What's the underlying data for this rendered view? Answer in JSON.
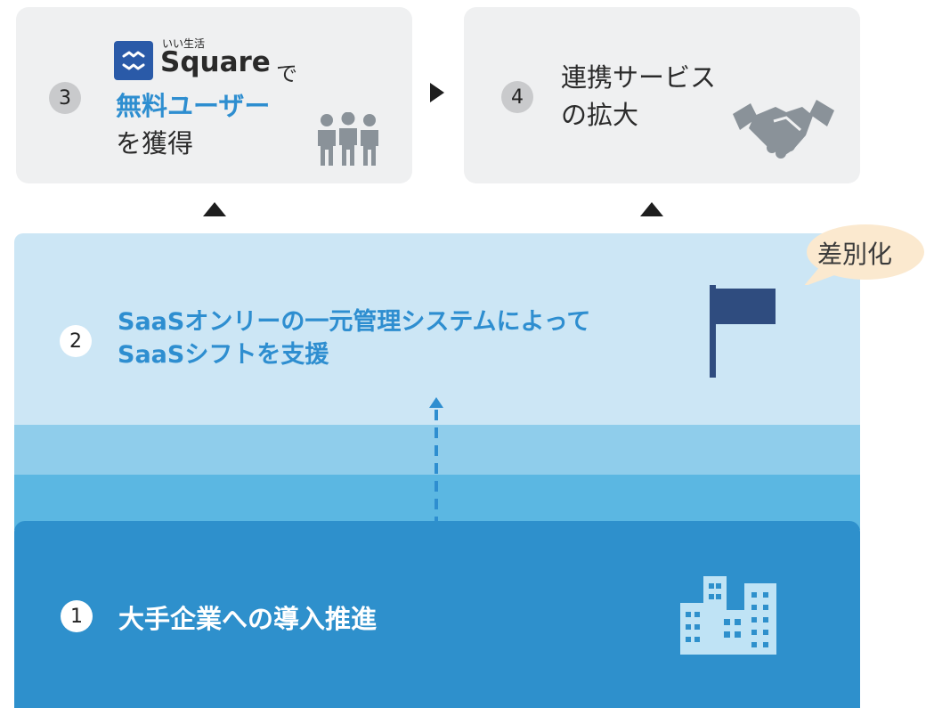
{
  "step3": {
    "number": "3",
    "logo_small_text": "いい生活",
    "logo_brand": "Square",
    "logo_suffix": "で",
    "highlight": "無料ユーザー",
    "line3": "を獲得",
    "icon": "people-icon"
  },
  "step4": {
    "number": "4",
    "line1": "連携サービス",
    "line2": "の拡大",
    "icon": "handshake-icon"
  },
  "step2": {
    "number": "2",
    "line1": "SaaSオンリーの一元管理システムによって",
    "line2": "SaaSシフトを支援",
    "icon": "flag-icon"
  },
  "step1": {
    "number": "1",
    "label": "大手企業への導入推進",
    "icon": "buildings-icon"
  },
  "bubble": {
    "label": "差別化"
  },
  "colors": {
    "card_bg": "#eff0f1",
    "accent_blue": "#2e8ed0",
    "layer_light": "#cce6f5",
    "layer_deep": "#2e90cc",
    "flag": "#2f4c7f"
  }
}
